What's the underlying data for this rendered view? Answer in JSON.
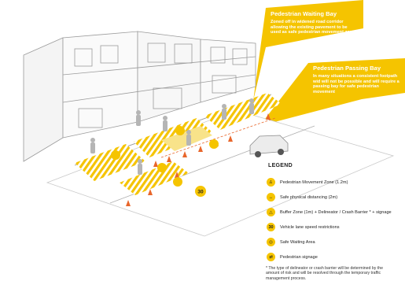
{
  "callouts": {
    "waiting_bay": {
      "title": "Pedestrian Waiting Bay",
      "body": "Zoned off in widened road corridor allowing the existing pavement to be used as safe pedestrian movement zone"
    },
    "passing_bay": {
      "title": "Pedestrian Passing Bay",
      "body": "In many situations a consistent footpath wid will not be possible and will require a passing bay for safe pedestrian movement"
    }
  },
  "legend": {
    "title": "LEGEND",
    "items": [
      {
        "symbol": "walking-person-icon",
        "label": "Pedestrian Movement Zone (1.2m)"
      },
      {
        "symbol": "distancing-icon",
        "label": "Safe physical distancing (2m)"
      },
      {
        "symbol": "warning-triangle-icon",
        "label": "Buffer Zone (1m) + Delineator / Crash Barrier * + signage"
      },
      {
        "symbol": "30",
        "label": "Vehicle lane speed restrictions"
      },
      {
        "symbol": "waiting-area-icon",
        "label": "Safe Waiting Area"
      },
      {
        "symbol": "pedestrian-sign-icon",
        "label": "Pedestrian signage"
      }
    ],
    "note": "* The type of delineator or crash barrier will be determined by the amount of risk and will be resolved through the temporary traffic management process."
  },
  "map_badges": {
    "speed_limit": "30"
  },
  "colors": {
    "accent_yellow": "#f5c400",
    "line_gray": "#b9b9b9",
    "cone_orange": "#e8662b"
  }
}
